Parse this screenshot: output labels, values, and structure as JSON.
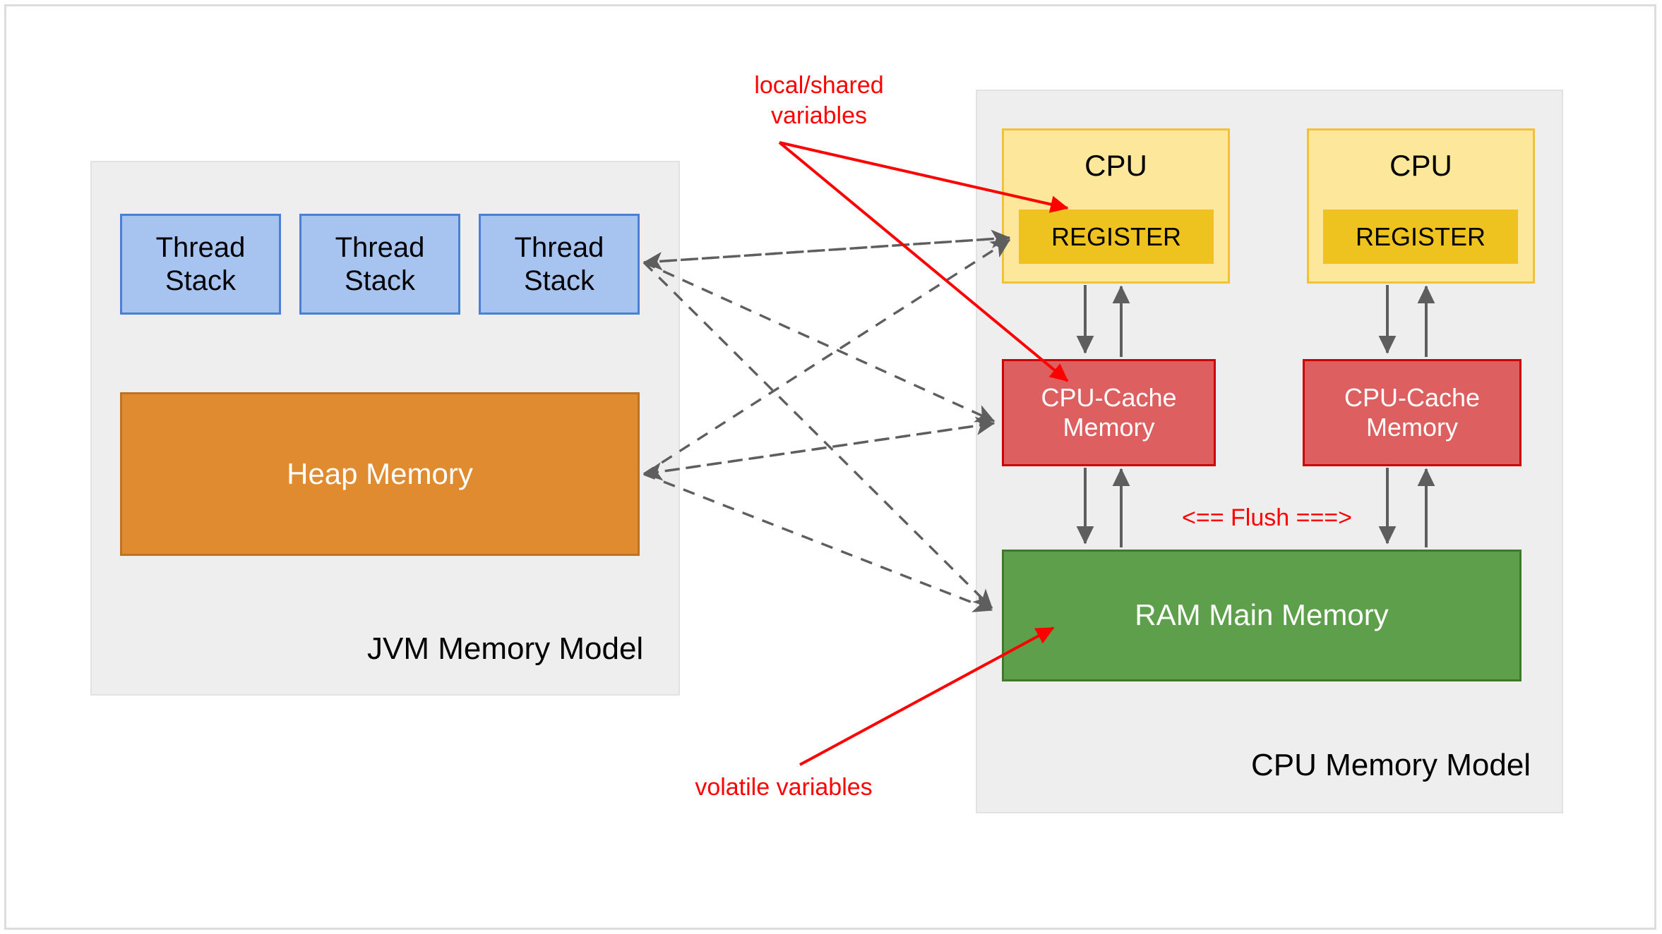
{
  "diagram": {
    "title_jvm": "JVM Memory Model",
    "title_cpu": "CPU Memory Model"
  },
  "jvm_panel": {
    "label": "JVM Memory Model",
    "thread_stacks": [
      {
        "label": "Thread\nStack"
      },
      {
        "label": "Thread\nStack"
      },
      {
        "label": "Thread\nStack"
      }
    ],
    "heap": {
      "label": "Heap Memory"
    }
  },
  "cpu_panel": {
    "label": "CPU Memory Model",
    "cpus": [
      {
        "label": "CPU",
        "register_label": "REGISTER",
        "cache_label": "CPU-Cache\nMemory"
      },
      {
        "label": "CPU",
        "register_label": "REGISTER",
        "cache_label": "CPU-Cache\nMemory"
      }
    ],
    "ram": {
      "label": "RAM Main Memory"
    },
    "flush_label": "<== Flush ===>"
  },
  "annotations": {
    "local_shared": "local/shared\nvariables",
    "volatile": "volatile variables"
  },
  "colors": {
    "thread_stack_fill": "#a7c4f0",
    "thread_stack_stroke": "#4a7fd4",
    "heap_fill": "#e18b30",
    "heap_stroke": "#bf7223",
    "cpu_fill": "#fce79a",
    "cpu_stroke": "#f2c135",
    "register_fill": "#efc31f",
    "cache_fill": "#dd5f5f",
    "cache_stroke": "#cc0000",
    "ram_fill": "#5d9f4a",
    "ram_stroke": "#3f7a2c",
    "panel_fill": "#eeeeee",
    "annotation_red": "#ff0000",
    "connector_gray": "#5e5e5e"
  }
}
